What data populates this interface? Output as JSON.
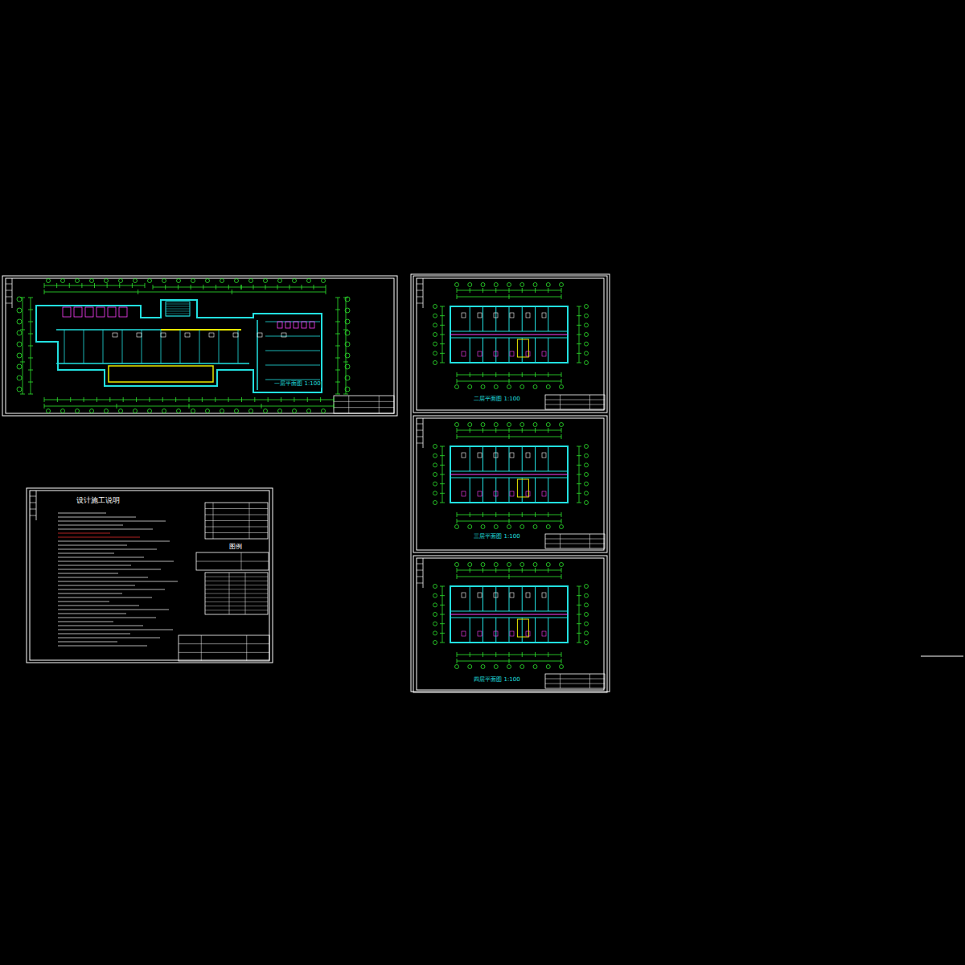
{
  "diagram": {
    "title": "设计施工说明",
    "labels": [
      "图例",
      "一层平面图 1:100",
      "二层平面图 1:100",
      "三层平面图 1:100",
      "四层平面图 1:100"
    ]
  }
}
